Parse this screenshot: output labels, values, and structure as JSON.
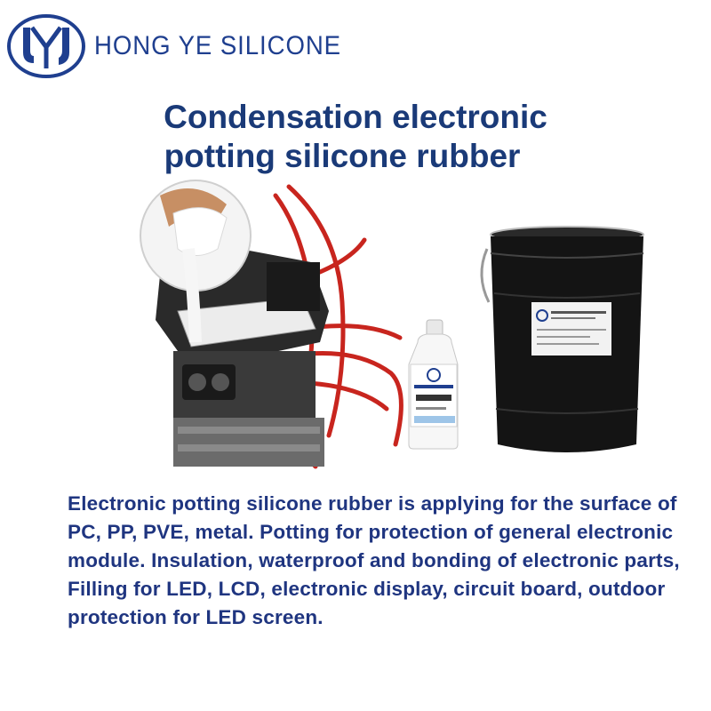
{
  "brand": {
    "name": "HONG YE SILICONE",
    "logo_icon": "hy-monogram-icon",
    "color": "#1f3f8f"
  },
  "title": {
    "line1": "Condensation electronic",
    "line2": "potting silicone rubber",
    "color": "#1a3a78"
  },
  "images": {
    "product_photo": "electronic-module-potting-photo",
    "bottle": "catalyst-bottle-icon",
    "bucket": "silicone-bucket-icon"
  },
  "description": {
    "text": "Electronic potting silicone rubber is applying for the surface of PC, PP, PVE, metal. Potting for protection of general electronic module. Insulation, waterproof and bonding of electronic parts, Filling for LED, LCD, electronic display, circuit board, outdoor protection for LED screen.",
    "color": "#1f3580"
  }
}
